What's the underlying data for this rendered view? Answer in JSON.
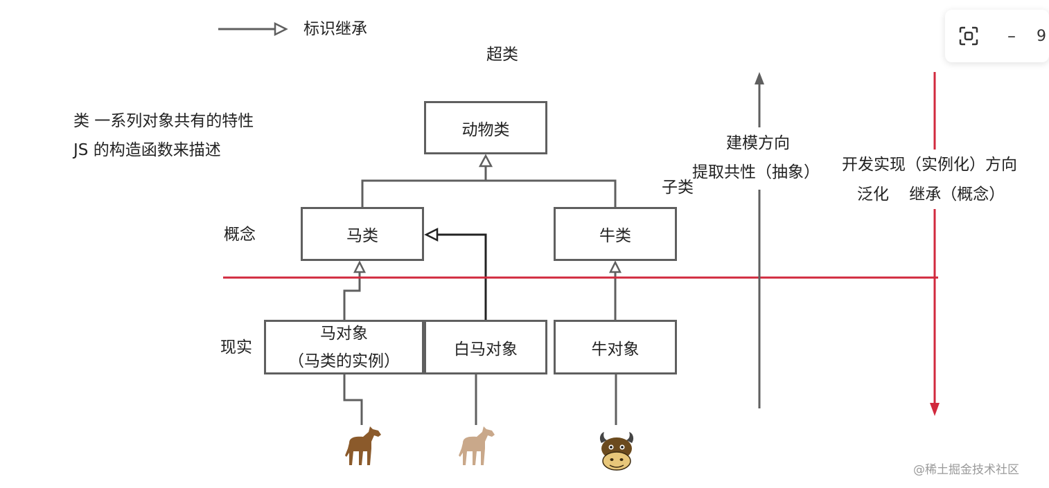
{
  "legend": {
    "label": "标识继承"
  },
  "labels": {
    "superclass": "超类",
    "subclass": "子类",
    "concept": "概念",
    "reality": "现实"
  },
  "description": {
    "line1": "类 一系列对象共有的特性",
    "line2": "JS 的构造函数来描述"
  },
  "boxes": {
    "animal": "动物类",
    "horse_class": "马类",
    "cow_class": "牛类",
    "horse_object": "马对象",
    "horse_object_sub": "（马类的实例）",
    "white_horse_object": "白马对象",
    "cow_object": "牛对象"
  },
  "modeling": {
    "title": "建模方向",
    "subtitle": "提取共性（抽象）"
  },
  "development": {
    "title": "开发实现（实例化）方向",
    "subtitle": "泛化    继承（概念）"
  },
  "watermark": "@稀土掘金技术社区",
  "toolbar": {
    "screenshot_icon": "screenshot-icon",
    "minimize_label": "–",
    "extra_label": "9"
  },
  "colors": {
    "line": "#5f5f5f",
    "accent_red": "#d1293d",
    "horse_brown": "#8b5a2b",
    "horse_beige": "#c9a88a",
    "cow_brown": "#6b4a1e"
  }
}
